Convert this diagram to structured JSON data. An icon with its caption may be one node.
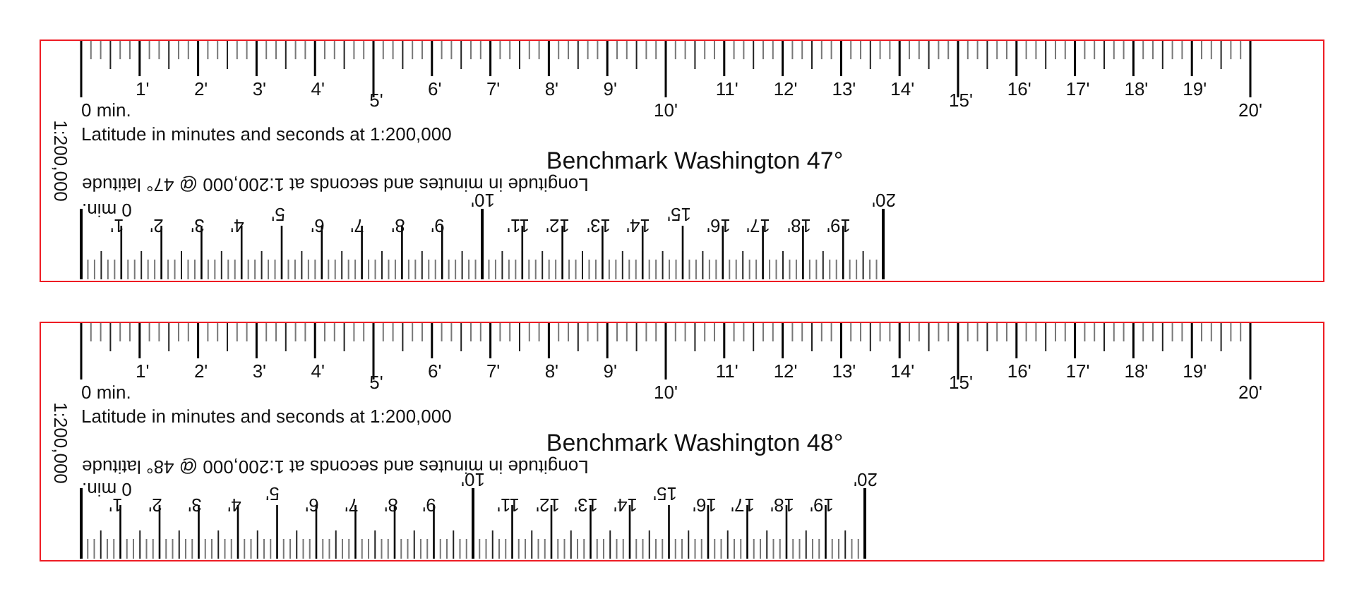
{
  "diagram": {
    "nodes": [
      {
        "text": [
          "1:200,000",
          "0 min.",
          "1'",
          "2'",
          "3'",
          "4'",
          "5'",
          "6'",
          "7'",
          "8'",
          "9'",
          "10'",
          "11'",
          "12'",
          "13'",
          "14'",
          "15'",
          "16'",
          "17'",
          "18'",
          "19'",
          "20'",
          "Latitude in minutes and seconds at 1:200,000",
          "Benchmark Washington 47°",
          "Longitude in minutes and seconds at 1:200,000 @ 47° latitude",
          "0 min.",
          "1'",
          "2'",
          "3'",
          "4'",
          "5'",
          "6'",
          "7'",
          "8'",
          "9'",
          "10'",
          "11'",
          "12'",
          "13'",
          "14'",
          "15'",
          "16'",
          "17'",
          "18'",
          "19'",
          "20'"
        ]
      },
      {
        "text": [
          "1:200,000",
          "0 min.",
          "1'",
          "2'",
          "3'",
          "4'",
          "5'",
          "6'",
          "7'",
          "8'",
          "9'",
          "10'",
          "11'",
          "12'",
          "13'",
          "14'",
          "15'",
          "16'",
          "17'",
          "18'",
          "19'",
          "20'",
          "Latitude in minutes and seconds at 1:200,000",
          "Benchmark Washington 48°",
          "Longitude in minutes and seconds at 1:200,000 @ 48° latitude",
          "0 min.",
          "1'",
          "2'",
          "3'",
          "4'",
          "5'",
          "6'",
          "7'",
          "8'",
          "9'",
          "10'",
          "11'",
          "12'",
          "13'",
          "14'",
          "15'",
          "16'",
          "17'",
          "18'",
          "19'",
          "20'"
        ]
      }
    ]
  }
}
